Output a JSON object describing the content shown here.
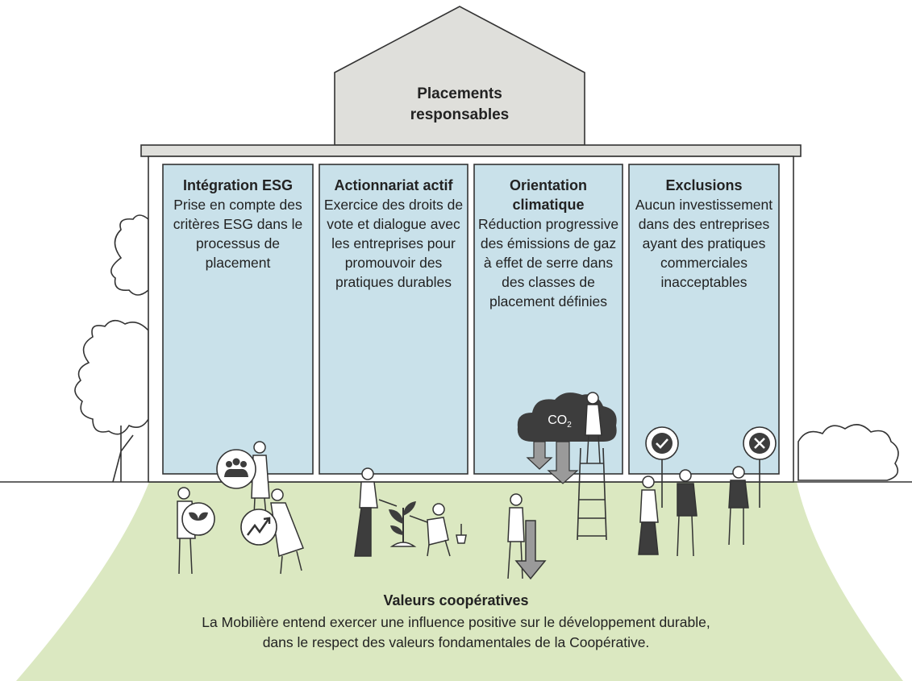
{
  "roof": {
    "title_line1": "Placements",
    "title_line2": "responsables"
  },
  "pillars": [
    {
      "title": "Intégration ESG",
      "text": "Prise en compte des critères ESG dans le processus de placement"
    },
    {
      "title": "Actionnariat actif",
      "text": "Exercice des droits de vote et dialogue avec les entreprises pour promouvoir des pratiques durables"
    },
    {
      "title": "Orientation climatique",
      "text": "Réduction progressive des émissions de gaz à effet de serre dans des classes de placement définies"
    },
    {
      "title": "Exclusions",
      "text": "Aucun investissement dans des entreprises ayant des pratiques commerciales inacceptables"
    }
  ],
  "cloud": {
    "label": "CO",
    "subscript": "2"
  },
  "foundation": {
    "title": "Valeurs coopératives",
    "line1": "La Mobilière entend exercer une influence positive sur le développement durable,",
    "line2": "dans le respect des valeurs fondamentales de la Coopérative."
  },
  "icons": [
    "people-icon",
    "leaf-icon",
    "growth-arrow-icon",
    "checkmark-icon",
    "cross-icon",
    "co2-cloud-icon",
    "down-arrow-icon"
  ],
  "colors": {
    "roof": "#dfdfdb",
    "pillar": "#c9e1ea",
    "lawn": "#dbe8c1",
    "arrow": "#9a9a9a",
    "cloud": "#3d3d3d"
  }
}
